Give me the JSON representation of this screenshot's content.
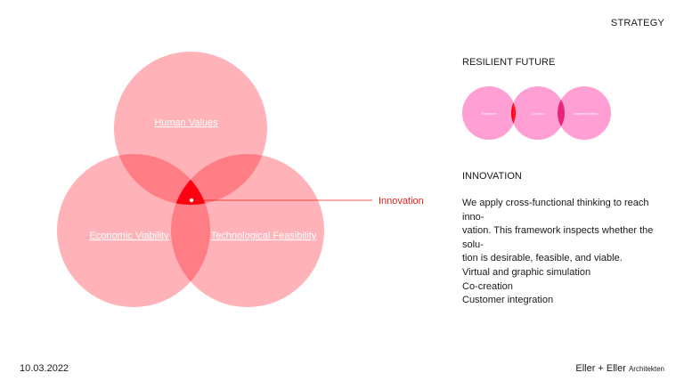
{
  "header": {
    "section_label": "STRATEGY"
  },
  "venn_main": {
    "circles": [
      "Human Values",
      "Economic Viability",
      "Technological Feasibility"
    ],
    "center_callout": "Innovation"
  },
  "resilient": {
    "heading": "RESILIENT FUTURE",
    "circles": [
      "Research",
      "Context",
      "Implementation"
    ]
  },
  "innovation": {
    "heading": "INNOVATION",
    "paragraph_lines": [
      "We apply cross-functional thinking to reach inno-",
      "vation. This framework inspects whether the solu-",
      "tion is desirable, feasible, and viable."
    ],
    "items": [
      "Virtual and graphic simulation",
      "Co-creation",
      "Customer integration"
    ]
  },
  "footer": {
    "date": "10.03.2022",
    "brand": "Eller + Eller",
    "brand_sub": "Architekten"
  },
  "colors": {
    "circle_pink": "#ffb3b8",
    "overlap_pink": "#ff7d84",
    "center_red": "#ff0010",
    "mini_pink": "#ff9fd4",
    "mini_overlap": "#e9257a",
    "callout_red": "#e8201c"
  }
}
